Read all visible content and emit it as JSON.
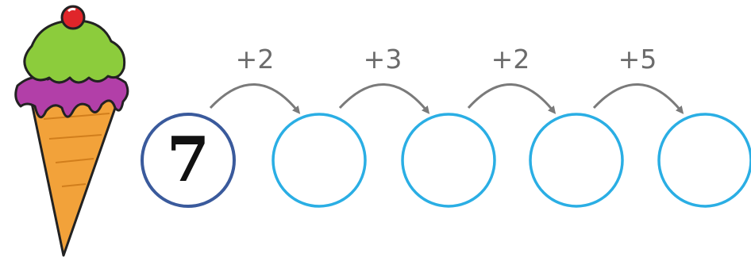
{
  "start": {
    "value": "7"
  },
  "steps": [
    {
      "label": "+2"
    },
    {
      "label": "+3"
    },
    {
      "label": "+2"
    },
    {
      "label": "+5"
    }
  ],
  "answer_circles": 4,
  "colors": {
    "start_circle": "#3a5a9c",
    "answer_circle": "#2aaee4",
    "arrow": "#7a7a7a",
    "cone": "#f2a23a",
    "icing_green": "#8ccc3c",
    "icing_purple": "#b23fa8",
    "cherry": "#e0252a"
  },
  "icons": [
    "ice-cream-icon"
  ]
}
